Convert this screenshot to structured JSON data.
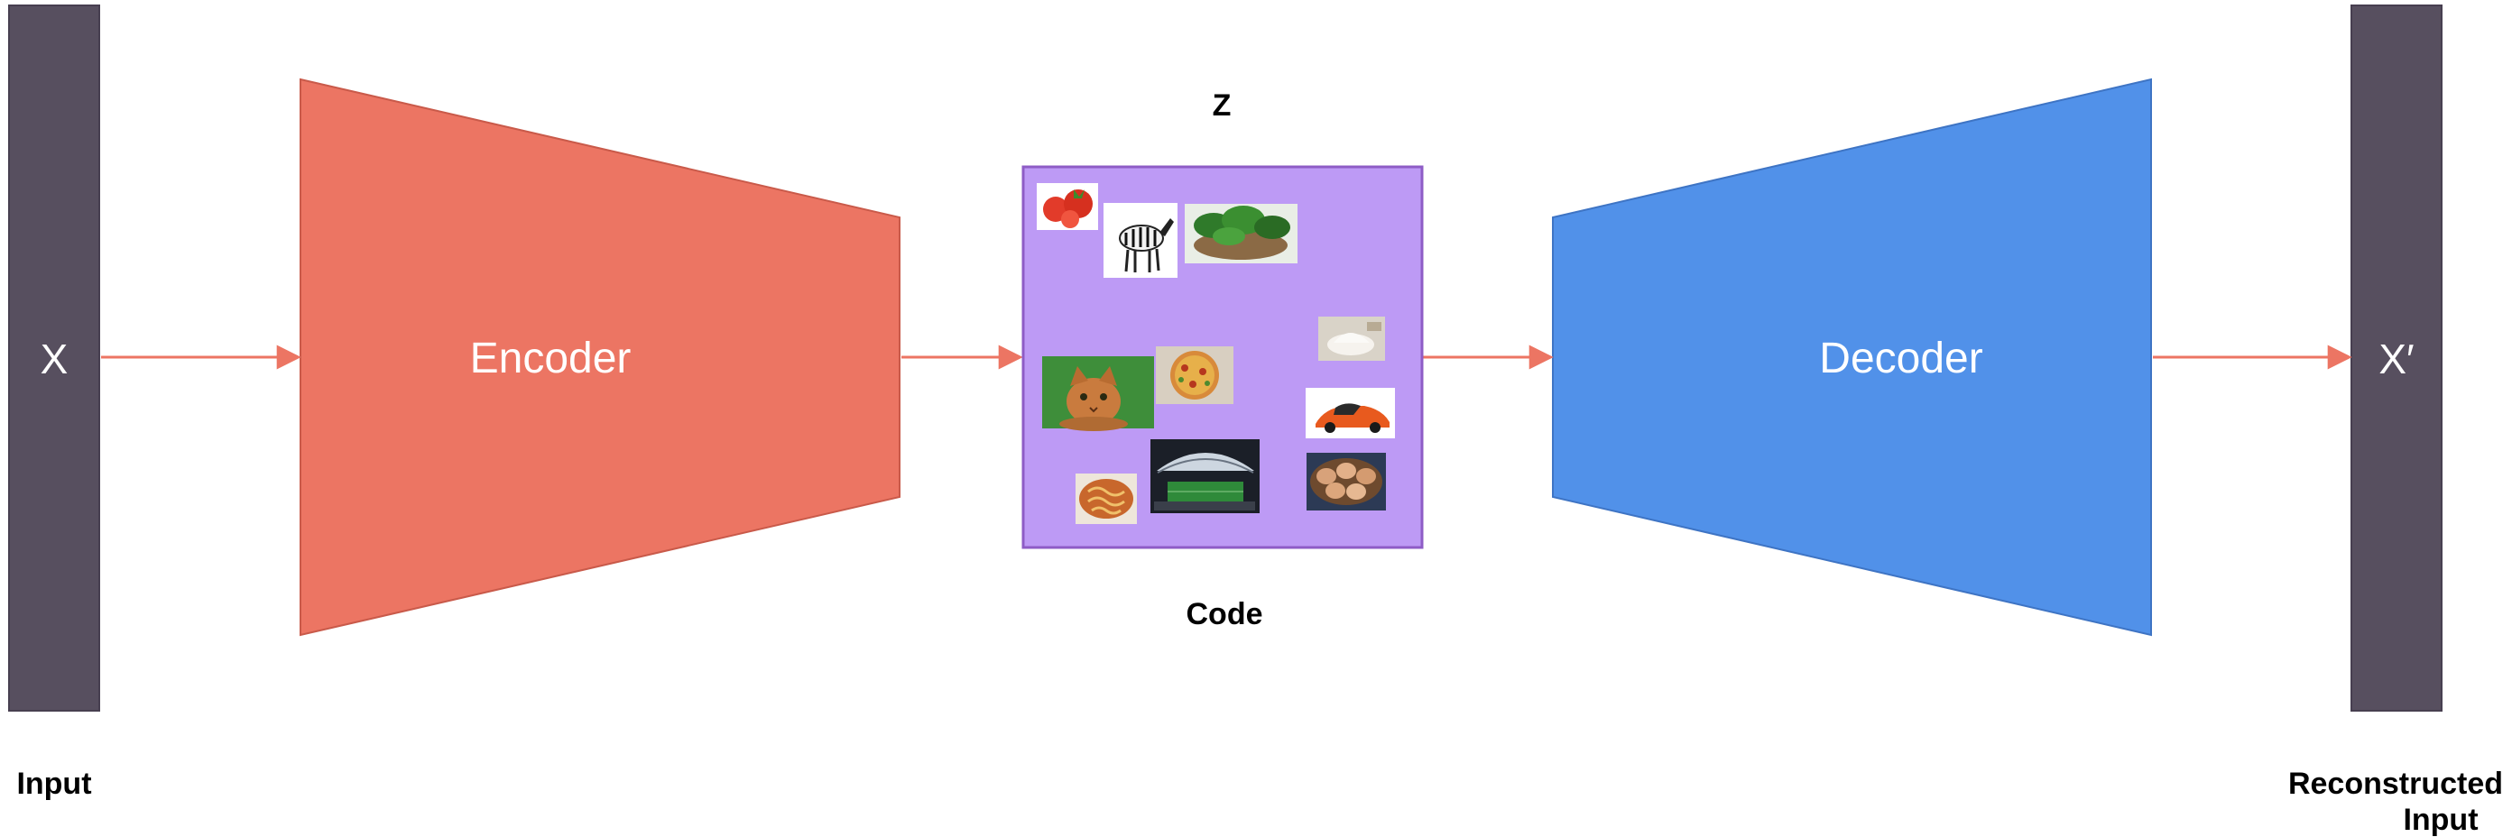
{
  "colors": {
    "input_bar": "#574F5F",
    "input_bar_stroke": "#473F50",
    "encoder_fill": "#EC7563",
    "encoder_stroke": "#C95A4A",
    "decoder_fill": "#5191E9",
    "decoder_stroke": "#3E74C4",
    "code_fill": "#BD9AF5",
    "code_stroke": "#8E5CC6",
    "arrow": "#EC7563",
    "bar_text": "#FFFFFF",
    "shape_text": "#FFFFFF",
    "caption_text": "#000000"
  },
  "input": {
    "symbol": "X",
    "caption": "Input"
  },
  "encoder": {
    "label": "Encoder"
  },
  "code": {
    "top_label": "Z",
    "bottom_label": "Code",
    "items": [
      {
        "name": "tomato",
        "icon": "tomato-icon"
      },
      {
        "name": "zebra",
        "icon": "zebra-icon"
      },
      {
        "name": "spinach",
        "icon": "spinach-icon"
      },
      {
        "name": "flour",
        "icon": "flour-icon"
      },
      {
        "name": "cat",
        "icon": "cat-icon"
      },
      {
        "name": "pizza",
        "icon": "pizza-icon"
      },
      {
        "name": "sports-car",
        "icon": "car-icon"
      },
      {
        "name": "stadium",
        "icon": "stadium-icon"
      },
      {
        "name": "eggs",
        "icon": "eggs-icon"
      },
      {
        "name": "pasta",
        "icon": "pasta-icon"
      }
    ]
  },
  "decoder": {
    "label": "Decoder"
  },
  "output": {
    "symbol": "X′",
    "caption_line1": "Reconstructed",
    "caption_line2": "Input"
  }
}
